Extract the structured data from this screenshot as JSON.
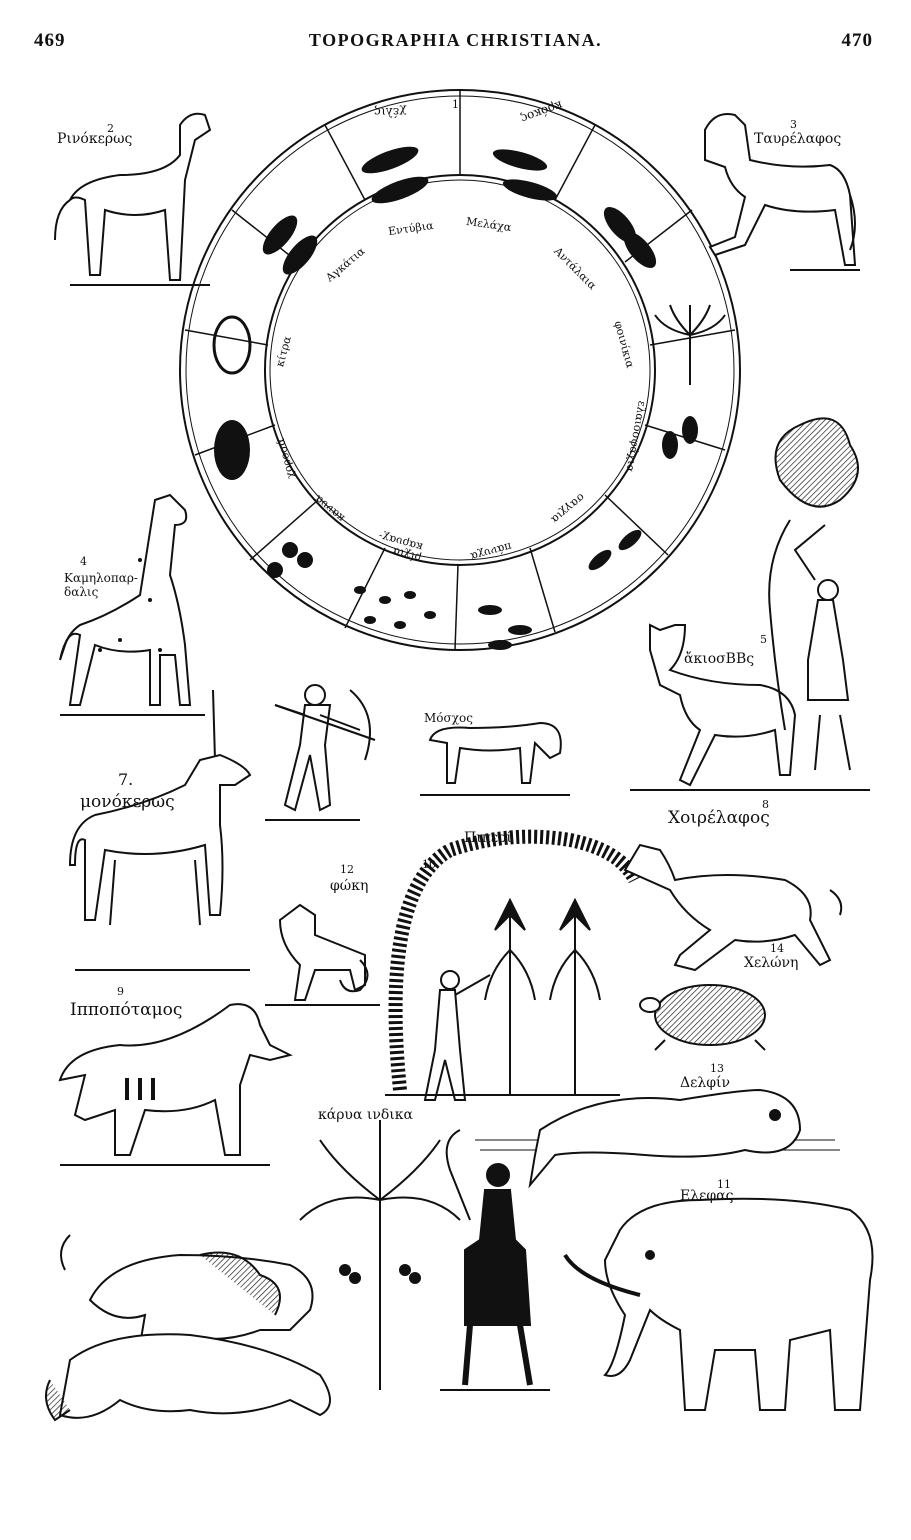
{
  "header": {
    "page_left": "469",
    "title": "TOPOGRAPHIA CHRISTIANA.",
    "page_right": "470"
  },
  "wheel": {
    "number_top": "1",
    "inner_labels": [
      "Εντύβια",
      "Μελάχα",
      "Αγκάτια",
      "Αντάλαια",
      "κίτρα",
      "φοινίκια",
      "χοροσά",
      "ελαιοσφάχια",
      "κανυα",
      "σαγχια",
      "καρυαχ-",
      "ρίχια",
      "πάνυχα"
    ],
    "outer_top_left": "χέλις",
    "outer_top_right": "κρόκος"
  },
  "labels": {
    "rhinoceros": "Ρινόκερως",
    "taurelaphos": "Ταυρέλαφος",
    "camelopard": "Καμηλοπαρ-δαλις",
    "agriobous": "ἄκιοσΒΒς",
    "unicorn": "μονόκερως",
    "unicorn_num": "7.",
    "moschos": "Μόσχος",
    "peppers": "Πιπερί",
    "choirelaphos": "Χοιρέλαφος",
    "phoke": "φώκη",
    "hippopotamus": "Ιπποπόταμος",
    "chelone": "Χελώνη",
    "delphin": "Δελφίν",
    "karua_indika": "κάρυα ινδικα",
    "elephas": "Ελεφας"
  },
  "numbers": {
    "n2": "2",
    "n3": "3",
    "n4": "4",
    "n5": "5",
    "n8": "8",
    "n9": "9",
    "n10": "10",
    "n11": "11",
    "n12": "12",
    "n13": "13",
    "n14": "14"
  }
}
